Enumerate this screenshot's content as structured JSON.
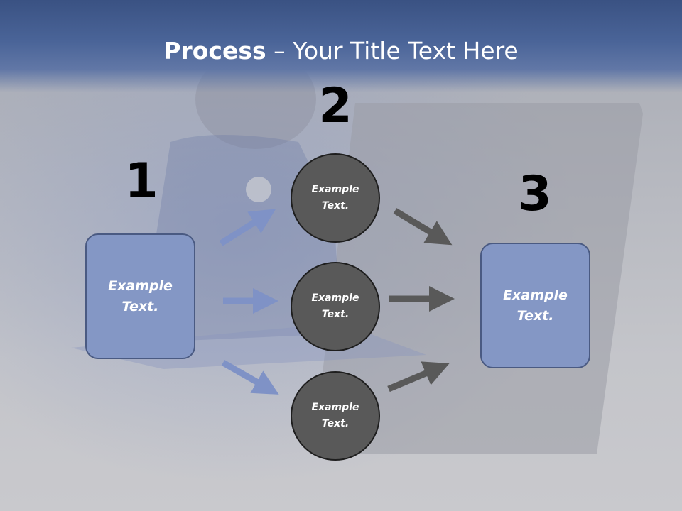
{
  "title": {
    "bold": "Process",
    "rest": " – Your Title Text Here"
  },
  "steps": {
    "one": "1",
    "two": "2",
    "three": "3"
  },
  "left_box": {
    "line1": "Example",
    "line2": "Text."
  },
  "right_box": {
    "line1": "Example",
    "line2": "Text."
  },
  "circles": [
    {
      "line1": "Example",
      "line2": "Text."
    },
    {
      "line1": "Example",
      "line2": "Text."
    },
    {
      "line1": "Example",
      "line2": "Text."
    }
  ],
  "colors": {
    "header": "#4a6498",
    "box_fill": "#8497c5",
    "circle_fill": "#595959",
    "arrow_blue": "#7f92c6",
    "arrow_gray": "#595959"
  }
}
